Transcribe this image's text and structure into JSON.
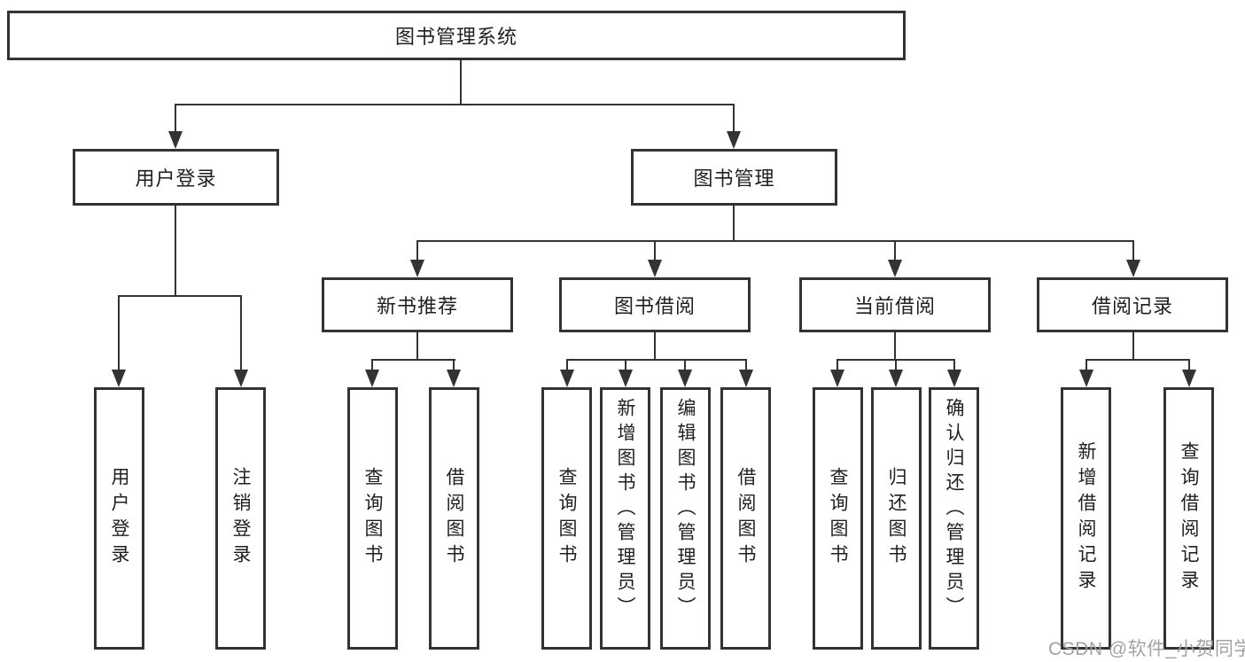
{
  "diagram_title": "图书管理系统",
  "nodes": {
    "root": "图书管理系统",
    "user_login": "用户登录",
    "book_mgmt": "图书管理",
    "new_book_rec": "新书推荐",
    "book_borrow": "图书借阅",
    "current_borrow": "当前借阅",
    "borrow_records": "借阅记录",
    "leaf_user_login": "用户登录",
    "leaf_logout": "注销登录",
    "leaf_nb_query": "查询图书",
    "leaf_nb_borrow": "借阅图书",
    "leaf_bb_query": "查询图书",
    "leaf_bb_add": "新增图书（管理员）",
    "leaf_bb_edit": "编辑图书（管理员）",
    "leaf_bb_borrow": "借阅图书",
    "leaf_cb_query": "查询图书",
    "leaf_cb_return": "归还图书",
    "leaf_cb_confirm": "确认归还（管理员）",
    "leaf_br_add": "新增借阅记录",
    "leaf_br_query": "查询借阅记录"
  },
  "hierarchy": {
    "图书管理系统": {
      "用户登录": [
        "用户登录",
        "注销登录"
      ],
      "图书管理": {
        "新书推荐": [
          "查询图书",
          "借阅图书"
        ],
        "图书借阅": [
          "查询图书",
          "新增图书（管理员）",
          "编辑图书（管理员）",
          "借阅图书"
        ],
        "当前借阅": [
          "查询图书",
          "归还图书",
          "确认归还（管理员）"
        ],
        "借阅记录": [
          "新增借阅记录",
          "查询借阅记录"
        ]
      }
    }
  },
  "watermark": {
    "text": "CSDN @软件_小贺同学"
  },
  "colors": {
    "background": "#ffffff",
    "line": "#333333",
    "text": "#1f1f1f",
    "watermark": "#a3a3a3"
  }
}
